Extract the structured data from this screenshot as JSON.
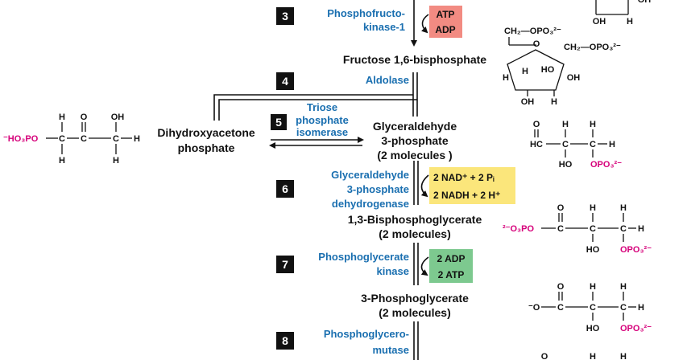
{
  "steps": {
    "s3": {
      "number": "3",
      "enzyme": [
        "Phosphofructo-",
        "kinase-1"
      ],
      "cofactors": [
        "ATP",
        "ADP"
      ]
    },
    "s4": {
      "number": "4",
      "enzyme": [
        "Aldolase"
      ]
    },
    "s5": {
      "number": "5",
      "enzyme": [
        "Triose",
        "phosphate",
        "isomerase"
      ]
    },
    "s6": {
      "number": "6",
      "enzyme": [
        "Glyceraldehyde",
        "3-phosphate",
        "dehydrogenase"
      ],
      "cofactors": [
        "2 NAD⁺ + 2 Pᵢ",
        "2 NADH + 2 H⁺"
      ]
    },
    "s7": {
      "number": "7",
      "enzyme": [
        "Phosphoglycerate",
        "kinase"
      ],
      "cofactors": [
        "2 ADP",
        "2 ATP"
      ]
    },
    "s8": {
      "number": "8",
      "enzyme": [
        "Phosphoglycero-",
        "mutase"
      ]
    }
  },
  "molecules": {
    "f16bp": "Fructose 1,6-bisphosphate",
    "dhap": [
      "Dihydroxyacetone",
      "phosphate"
    ],
    "g3p": [
      "Glyceraldehyde",
      "3-phosphate",
      "(2 molecules )"
    ],
    "bpg13": [
      "1,3-Bisphosphoglycerate",
      "(2 molecules)"
    ],
    "pg3": [
      "3-Phosphoglycerate",
      "(2 molecules)"
    ]
  },
  "structures": {
    "ch2opo3": "CH₂—OPO₃²⁻",
    "opo3": "OPO₃²⁻",
    "ho3po": "⁻HO₃PO",
    "o3po": "²⁻O₃PO",
    "o_minus": "⁻O",
    "atoms": {
      "H": "H",
      "O": "O",
      "C": "C",
      "OH": "OH",
      "HO": "HO",
      "HC": "HC"
    }
  },
  "colors": {
    "enzyme": "#1a6fb0",
    "phosphate": "#d6007a",
    "atp_box": "#f28b82",
    "nad_box": "#fbe67b",
    "atp7_box": "#7dc98f",
    "step_box": "#111111"
  }
}
